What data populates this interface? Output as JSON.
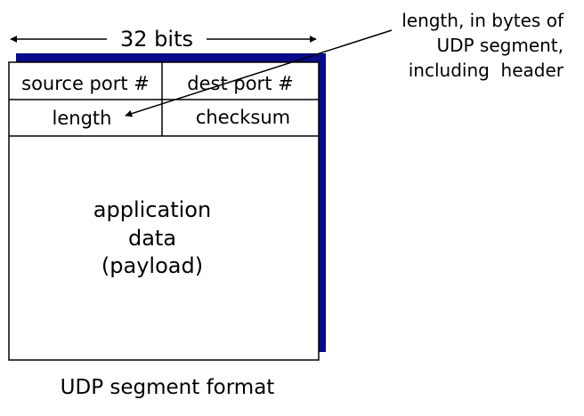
{
  "colors": {
    "shadow": "#0A0A8C",
    "line": "#000000",
    "background": "#FFFFFF"
  },
  "width_label": "32 bits",
  "fields": {
    "source_port": "source port #",
    "dest_port": "dest port #",
    "length": "length",
    "checksum": "checksum"
  },
  "payload": {
    "line1": "application",
    "line2": "data",
    "line3": "(payload)"
  },
  "annotation": {
    "line1": "length, in bytes of",
    "line2": "UDP segment,",
    "line3": "including  header"
  },
  "caption": "UDP segment format"
}
